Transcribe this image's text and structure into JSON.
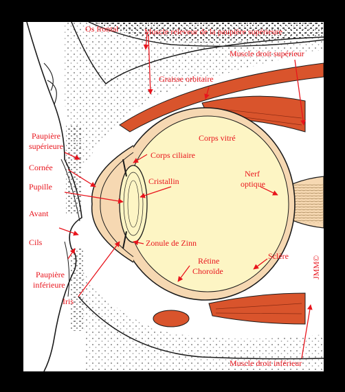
{
  "diagram": {
    "labels": {
      "os_frontal": "Os frontal",
      "muscle_releveur": "Muscle releveur de la paupière supérieure",
      "muscle_droit_superieur": "Muscle droit supérieur",
      "graisse_orbitaire": "Graisse orbitaire",
      "paupiere_superieure_1": "Paupière",
      "paupiere_superieure_2": "supérieure",
      "corps_vitre": "Corps vitré",
      "corps_ciliaire": "Corps ciliaire",
      "cornee": "Cornée",
      "cristallin": "Cristallin",
      "nerf_optique_1": "Nerf",
      "nerf_optique_2": "optique",
      "pupille": "Pupille",
      "avant": "Avant",
      "zonule": "Zonule de Zinn",
      "cils": "Cils",
      "retine": "Rétine",
      "choroide": "Choroïde",
      "sclere": "Sclère",
      "paupiere_inferieure_1": "Paupière",
      "paupiere_inferieure_2": "inférieure",
      "iris": "Iris",
      "muscle_droit_inferieur": "Muscle droit inférieur",
      "signature": "JMM©"
    },
    "colors": {
      "label": "#e8141c",
      "vitreous": "#fdf5c4",
      "sclera": "#f6d8b2",
      "muscle": "#d9542c",
      "outline": "#1a1a1a"
    }
  }
}
